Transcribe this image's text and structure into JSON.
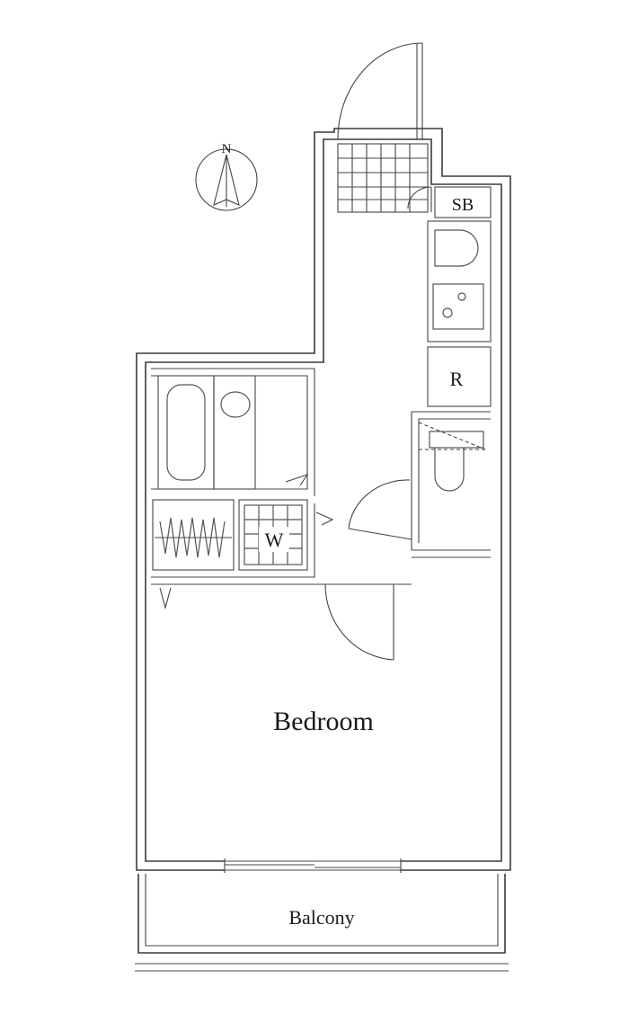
{
  "compass": {
    "north": "N"
  },
  "rooms": {
    "bedroom": "Bedroom",
    "balcony": "Balcony",
    "shoe_box": "SB",
    "refrigerator": "R",
    "washer": "W"
  },
  "colors": {
    "line": "#3a3a3a",
    "background": "#ffffff"
  }
}
